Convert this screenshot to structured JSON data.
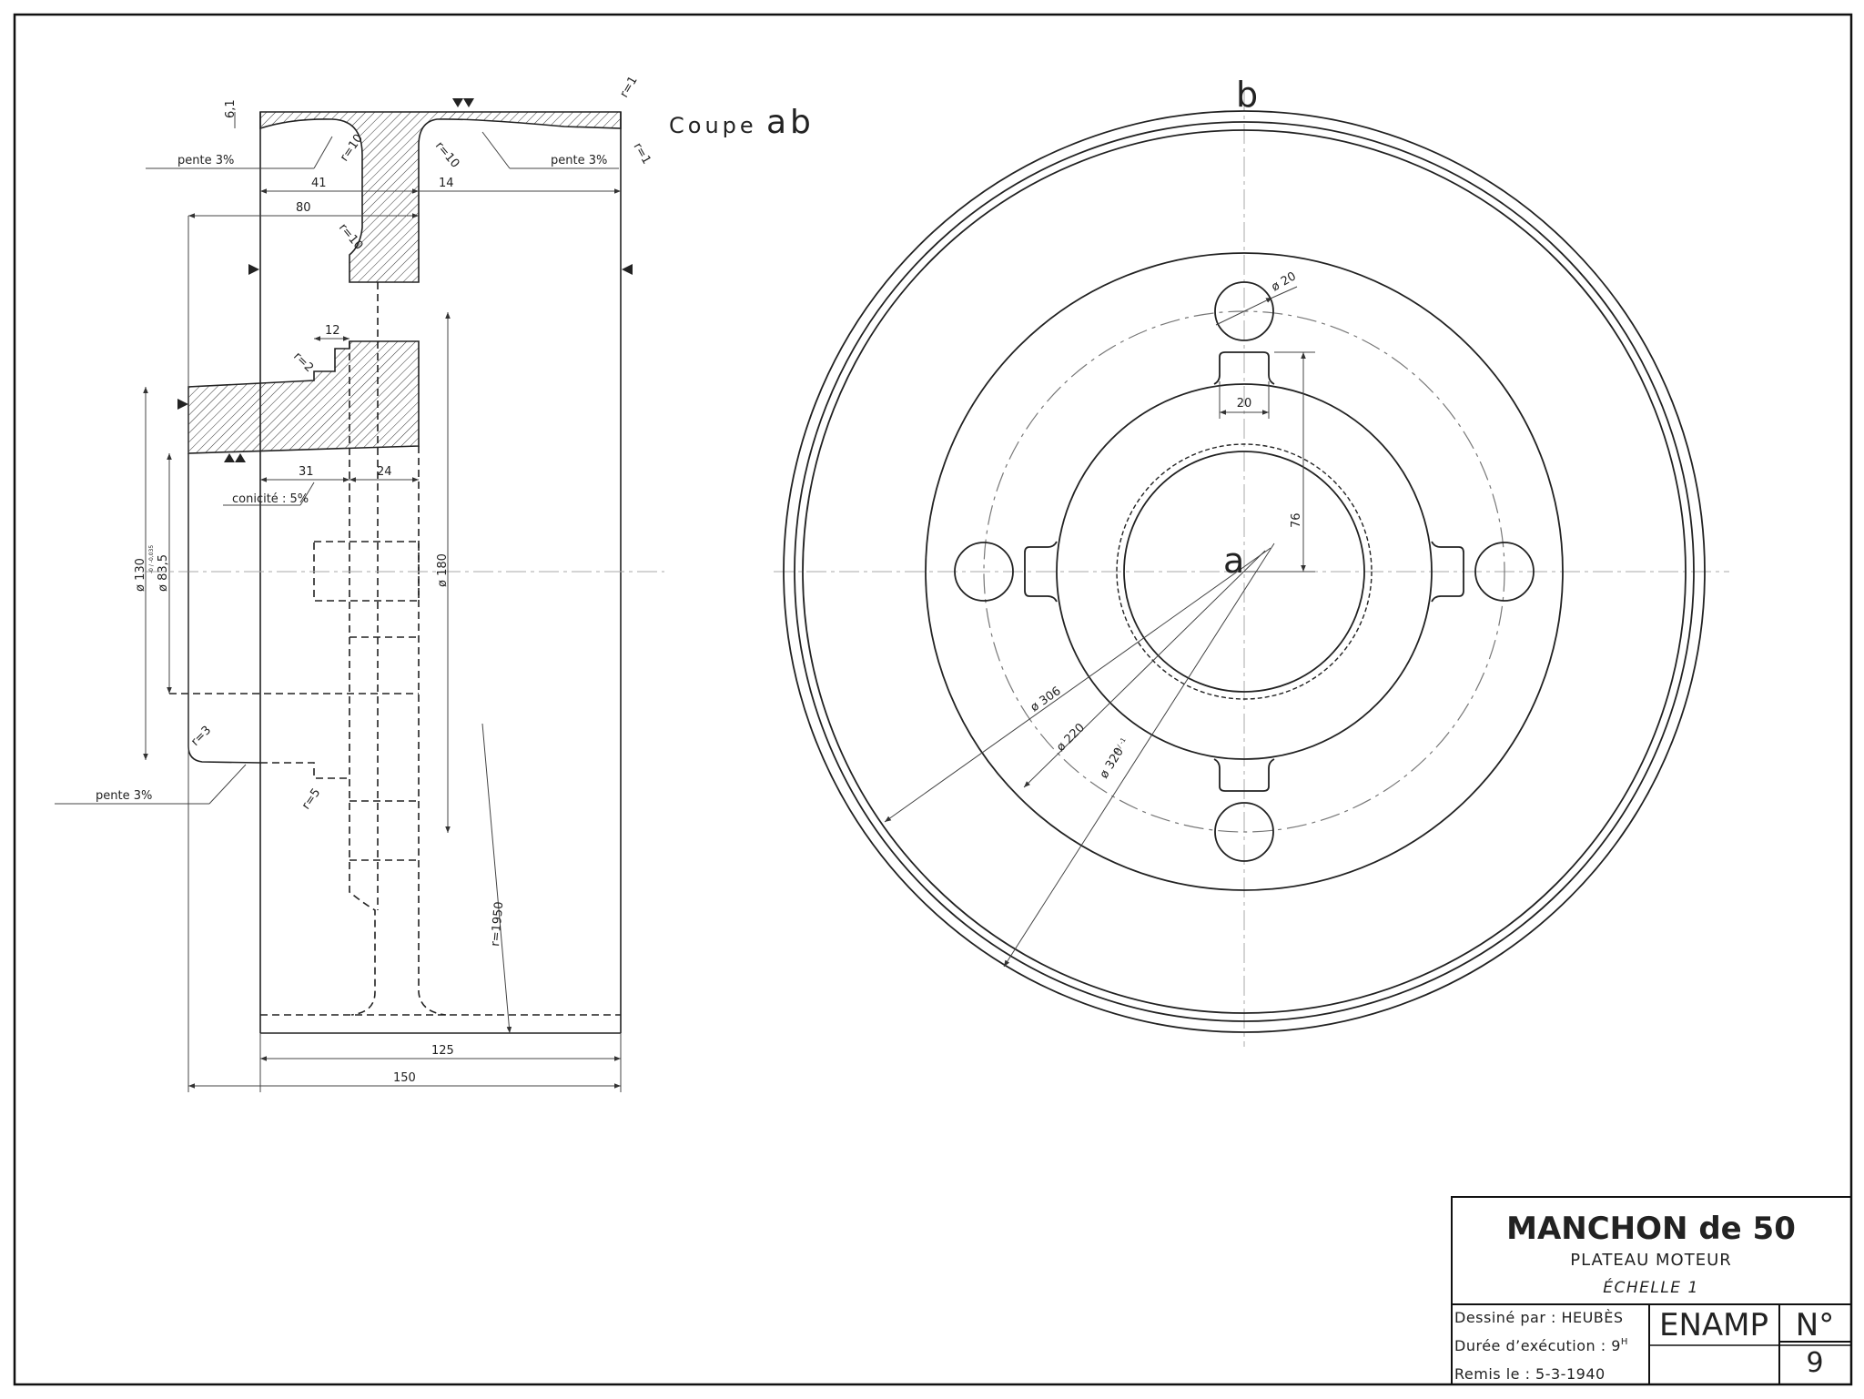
{
  "section_view": {
    "label_word": "Coupe",
    "label_letters": "ab",
    "dims": {
      "d_6_1": "6,1",
      "r1_top": "r=1",
      "r1_bottom": "r=1",
      "pente_left": "pente 3%",
      "pente_right": "pente 3%",
      "r10_a": "r=10",
      "r10_b": "r=10",
      "r10_c": "r=10",
      "d41": "41",
      "d14": "14",
      "d80": "80",
      "d12": "12",
      "r2": "r=2",
      "d31": "31",
      "d24": "24",
      "conicite": "conicité : 5%",
      "phi130": "ø 130",
      "phi83": "ø 83,5",
      "tol83": "-0 / -0,035",
      "phi180": "ø 180",
      "r3": "r=3",
      "pente_bottom": "pente 3%",
      "r5": "r=5",
      "r1950": "r=1950",
      "d125": "125",
      "d150": "150"
    }
  },
  "front_view": {
    "label_b": "b",
    "label_a": "a",
    "dims": {
      "phi20": "ø 20",
      "d20": "20",
      "d76": "76",
      "phi306": "ø 306",
      "phi220": "ø 220",
      "phi320": "ø 320",
      "tol320": "-0 / -1"
    }
  },
  "title_block": {
    "title": "MANCHON de 50",
    "subtitle": "PLATEAU MOTEUR",
    "scale": "ÉCHELLE 1",
    "drawn_by": "Dessiné par : HEUBÈS",
    "duration": "Durée d’exécution : 9",
    "duration_sup": "H",
    "delivered": "Remis le : 5-3-1940",
    "school": "ENAMP",
    "number_label": "N°",
    "number": "9"
  }
}
